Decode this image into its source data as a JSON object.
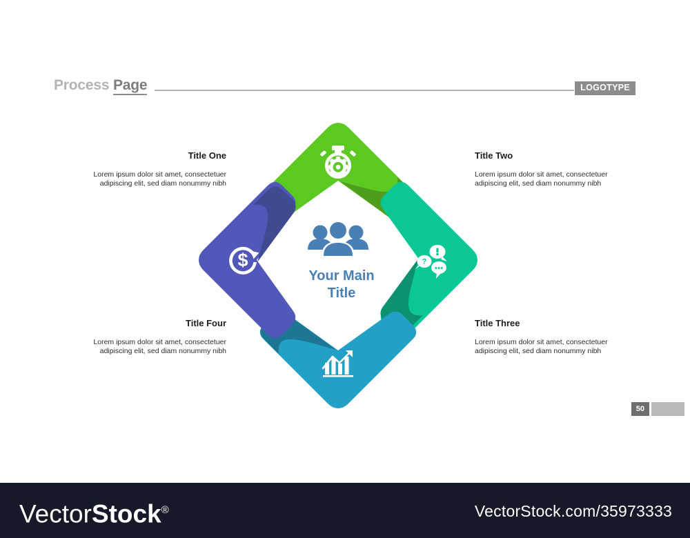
{
  "header": {
    "title_light": "Process",
    "title_dark": "Page",
    "logotype": "LOGOTYPE"
  },
  "diagram": {
    "center": {
      "icon": "people-group-icon",
      "title_line1": "Your Main",
      "title_line2": "Title",
      "color": "#4a7fb5"
    },
    "segments": [
      {
        "id": "top",
        "direction": "up",
        "icon": "stopwatch-gear-icon",
        "color": "#5cc822",
        "shadow_color": "#4f9d1c",
        "linked_title": "Title One"
      },
      {
        "id": "right",
        "direction": "right",
        "icon": "speech-bubbles-icon",
        "color": "#0ac795",
        "shadow_color": "#0e9171",
        "linked_title": "Title Three"
      },
      {
        "id": "bottom",
        "direction": "down",
        "icon": "bar-chart-growth-icon",
        "color": "#23a0c6",
        "shadow_color": "#1d7794",
        "linked_title": "Title Four"
      },
      {
        "id": "left",
        "direction": "left",
        "icon": "dollar-refresh-icon",
        "color": "#5158b9",
        "shadow_color": "#414a91",
        "linked_title": "Title Two"
      }
    ]
  },
  "text_blocks": [
    {
      "id": "one",
      "title": "Title One",
      "body": "Lorem ipsum dolor sit amet, consectetuer adipiscing elit, sed diam nonummy nibh",
      "align": "right"
    },
    {
      "id": "two",
      "title": "Title Two",
      "body": "Lorem ipsum dolor sit amet, consectetuer adipiscing elit, sed diam nonummy nibh",
      "align": "left"
    },
    {
      "id": "three",
      "title": "Title Three",
      "body": "Lorem ipsum dolor sit amet, consectetuer adipiscing elit, sed diam nonummy nibh",
      "align": "left"
    },
    {
      "id": "four",
      "title": "Title Four",
      "body": "Lorem ipsum dolor sit amet, consectetuer adipiscing elit, sed diam nonummy nibh",
      "align": "right"
    }
  ],
  "page_number": "50",
  "watermark": {
    "brand_thin": "Vector",
    "brand_bold": "Stock",
    "registered": "®",
    "url": "VectorStock.com/35973333"
  }
}
